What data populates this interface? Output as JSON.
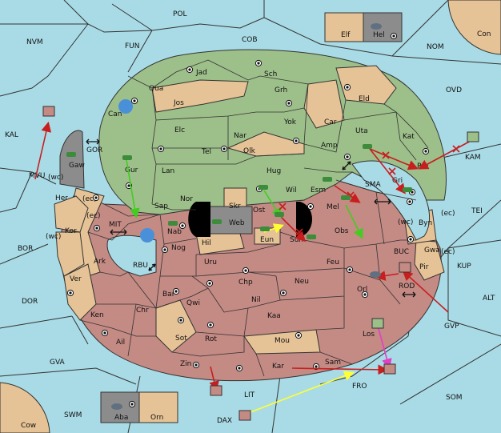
{
  "colors": {
    "sea": "#a9dbe6",
    "green": "#9dbf8a",
    "tan": "#e6c396",
    "red": "#c48a84",
    "gray": "#8c8c8c",
    "black": "#000000",
    "border": "#333333",
    "fleet": "#607080",
    "army": "#3c8c3c",
    "arrow_red": "#c81e1e",
    "arrow_yellow": "#ffff33",
    "arrow_green": "#44cc22",
    "arrow_magenta": "#e040c8"
  },
  "labels": {
    "pol": "POL",
    "cob": "COB",
    "fun": "FUN",
    "nvm": "NVM",
    "nom": "NOM",
    "con": "Con",
    "kal": "KAL",
    "ovd": "OVD",
    "gor": "GOR",
    "mvu": "MVU",
    "mit": "MIT",
    "bor": "BOR",
    "rbu": "RBU",
    "dor": "DOR",
    "gva": "GVA",
    "swm": "SWM",
    "cow": "Cow",
    "lit": "LIT",
    "dax": "DAX",
    "fro": "FRO",
    "som": "SOM",
    "alt": "ALT",
    "kup": "KUP",
    "gvp": "GVP",
    "bucsea": "BUC",
    "rod": "ROD",
    "sma": "SMA",
    "tei": "TEI",
    "kam": "KAM",
    "elf": "Elf",
    "hel": "Hel",
    "aba": "Aba",
    "orn": "Orn",
    "jad": "Jad",
    "sch": "Sch",
    "qua": "Qua",
    "jos": "Jos",
    "grh": "Grh",
    "eld": "Eld",
    "can": "Can",
    "elc": "Elc",
    "nar": "Nar",
    "yok": "Yok",
    "car": "Car",
    "uta": "Uta",
    "kat": "Kat",
    "tel": "Tel",
    "olk": "Olk",
    "amp": "Amp",
    "gur": "Gur",
    "lan": "Lan",
    "hug": "Hug",
    "rie": "Rie",
    "gaw": "Gaw",
    "nor": "Nor",
    "wil": "Wil",
    "esm": "Esm",
    "gri": "Gri",
    "sap": "Sap",
    "skr": "Skr",
    "web": "Web",
    "ost": "Ost",
    "mel": "Mel",
    "byn": "Byn",
    "her": "Her",
    "kor": "Kor",
    "nab": "Nab",
    "hil": "Hil",
    "eun": "Eun",
    "sun": "Sun",
    "obs": "Obs",
    "gwa": "Gwa",
    "nog": "Nog",
    "ark": "Ark",
    "uru": "Uru",
    "feu": "Feu",
    "pir": "Pir",
    "ver": "Ver",
    "chp": "Chp",
    "neu": "Neu",
    "orl": "Orl",
    "bar": "Bar",
    "qwi": "Qwi",
    "nil": "Nil",
    "ken": "Ken",
    "chr": "Chr",
    "kaa": "Kaa",
    "los": "Los",
    "ail": "Ail",
    "sot": "Sot",
    "rot": "Rot",
    "mou": "Mou",
    "zin": "Zin",
    "kar": "Kar",
    "sam": "Sam"
  },
  "coasts": {
    "wc1": "(wc)",
    "ec1": "(ec)",
    "ec2": "(ec)",
    "wc2": "(wc)",
    "wc3": "(wc)",
    "ec3": "(ec)",
    "ec4": "(ec)"
  },
  "units": {
    "fleet_can": "fleet",
    "fleet_rbu": "fleet",
    "fleet_hel": "fleet",
    "fleet_aba": "fleet",
    "fleet_gvg": "fleet",
    "fleet_kam": "fleet",
    "fleet_rod": "fleet",
    "fleet_los": "fleet",
    "fleet_fro": "fleet",
    "fleet_lit": "fleet",
    "fleet_dax": "fleet",
    "fleet_orl": "fleet",
    "army_gaw": "army",
    "army_gur": "army",
    "army_nog": "army",
    "army_web": "army",
    "army_ost": "army",
    "army_wil": "army",
    "army_eun": "army",
    "army_sun": "army",
    "army_esm": "army",
    "army_mel": "army",
    "army_uta": "army",
    "army_gri": "army"
  }
}
